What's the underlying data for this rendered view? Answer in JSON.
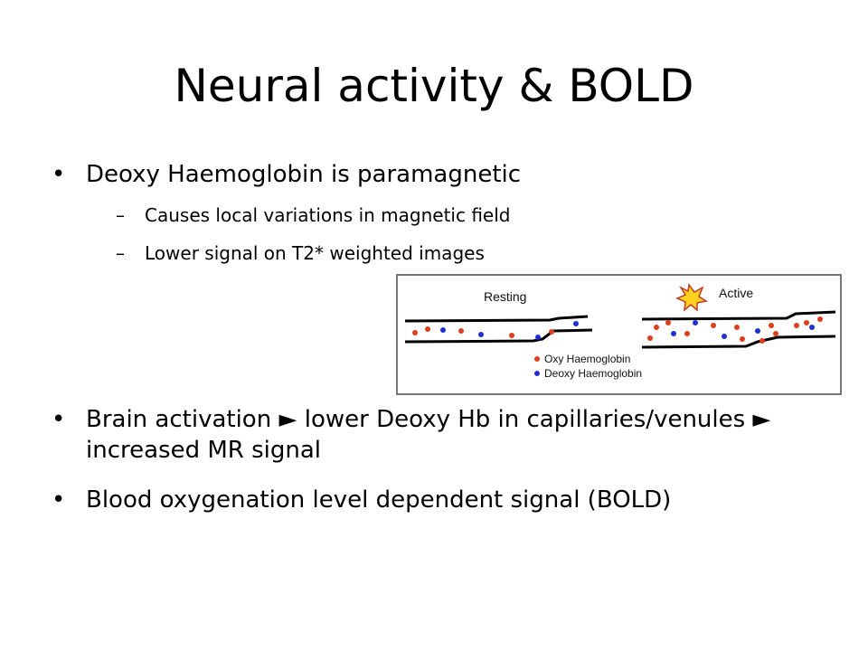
{
  "slide": {
    "title": "Neural activity & BOLD",
    "bullets": [
      {
        "text": "Deoxy Haemoglobin is paramagnetic",
        "subs": [
          "Causes local variations in magnetic field",
          "Lower signal on T2* weighted images"
        ]
      },
      {
        "text": "Brain activation ► lower Deoxy Hb in capillaries/venules ► increased MR signal"
      },
      {
        "text": "Blood oxygenation level dependent signal (BOLD)"
      }
    ]
  },
  "figure": {
    "resting_label": "Resting",
    "active_label": "Active",
    "legend": {
      "oxy": "Oxy Haemoglobin",
      "deoxy": "Deoxy Haemoglobin"
    },
    "colors": {
      "oxy": "#e03c1e",
      "deoxy": "#1f2fd6",
      "vessel": "#000000",
      "flash_fill": "#ffd21f",
      "flash_stroke": "#c0392b"
    },
    "icons": [
      "activation-flash-icon"
    ]
  }
}
